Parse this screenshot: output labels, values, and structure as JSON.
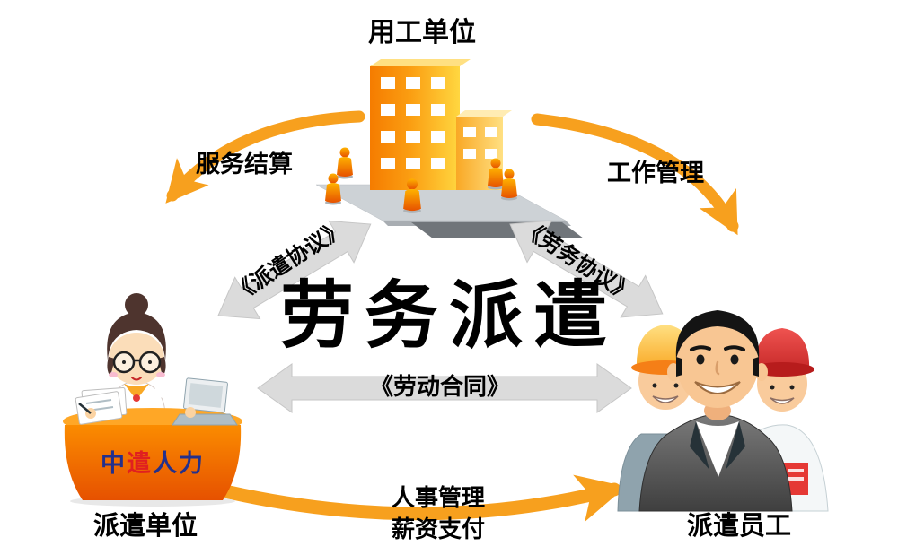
{
  "diagram": {
    "center_title": "劳务派遣",
    "nodes": {
      "employer": {
        "label": "用工单位"
      },
      "dispatch_unit": {
        "label": "派遣单位",
        "desk_brand": {
          "part1": "中",
          "part2": "遣",
          "part3": "人力"
        }
      },
      "employees": {
        "label": "派遣员工"
      }
    },
    "edges": {
      "service_settlement": {
        "label": "服务结算"
      },
      "work_management": {
        "label": "工作管理"
      },
      "dispatch_agreement": {
        "label": "《派遣协议》"
      },
      "labor_service_agreement": {
        "label": "《劳务协议》"
      },
      "labor_contract": {
        "label": "《劳动合同》"
      },
      "hr_payroll": {
        "line1": "人事管理",
        "line2": "薪资支付"
      }
    },
    "colors": {
      "arrow_orange": "#F7A01E",
      "arrow_gray": "#DBDBDB",
      "brand_red": "#E02020",
      "brand_blue": "#23308C",
      "building_orange": "#FB9E12",
      "desk_orange": "#F57C00"
    }
  }
}
